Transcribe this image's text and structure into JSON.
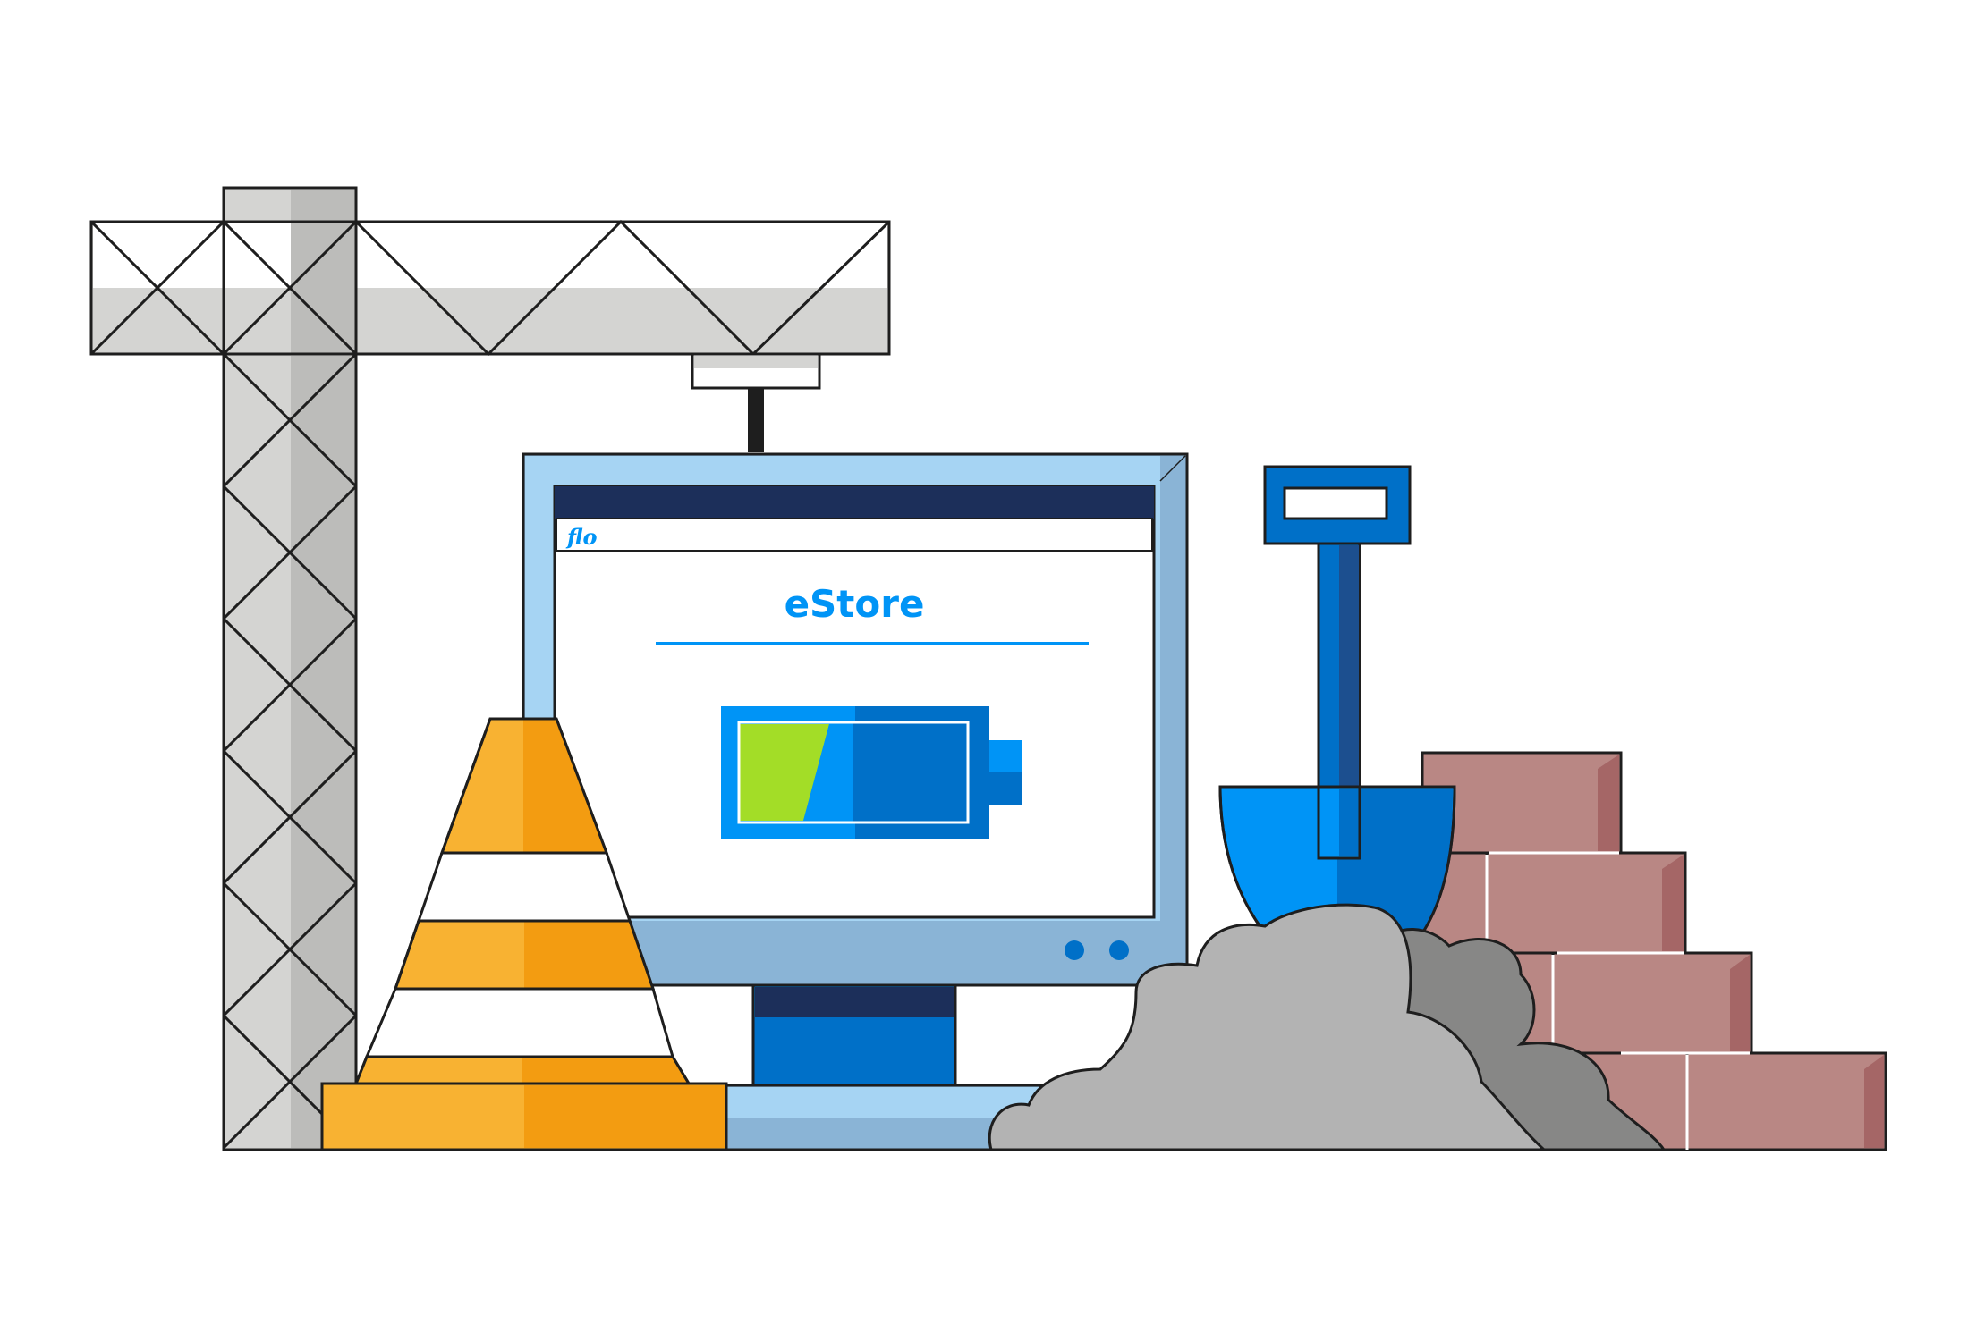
{
  "colors": {
    "outline": "#1e1e1e",
    "crane_light": "#d4d4d2",
    "crane_shade": "#bcbcba",
    "monitor_light": "#a6d4f3",
    "monitor_shade": "#8ab4d6",
    "navy": "#1c2f5a",
    "brand_blue": "#0094f6",
    "dark_blue": "#0070c8",
    "battery_green": "#a3dd27",
    "cone_orange_light": "#f8b232",
    "cone_orange_dark": "#f39c11",
    "dirt_light": "#b3b3b3",
    "dirt_dark": "#878786",
    "brick_light": "#b98784",
    "brick_dark": "#a56666",
    "brick_shadow": "#9e3d41"
  },
  "screen": {
    "logo": "flo",
    "title": "eStore",
    "battery": {
      "charge_fraction": 0.5,
      "icon": "battery-charging-icon"
    }
  },
  "icons": {
    "crane": "tower-crane-icon",
    "cone": "traffic-cone-icon",
    "shovel": "shovel-icon",
    "dirt": "dirt-pile-icon",
    "bricks": "brick-stack-icon",
    "monitor": "computer-monitor-icon"
  }
}
